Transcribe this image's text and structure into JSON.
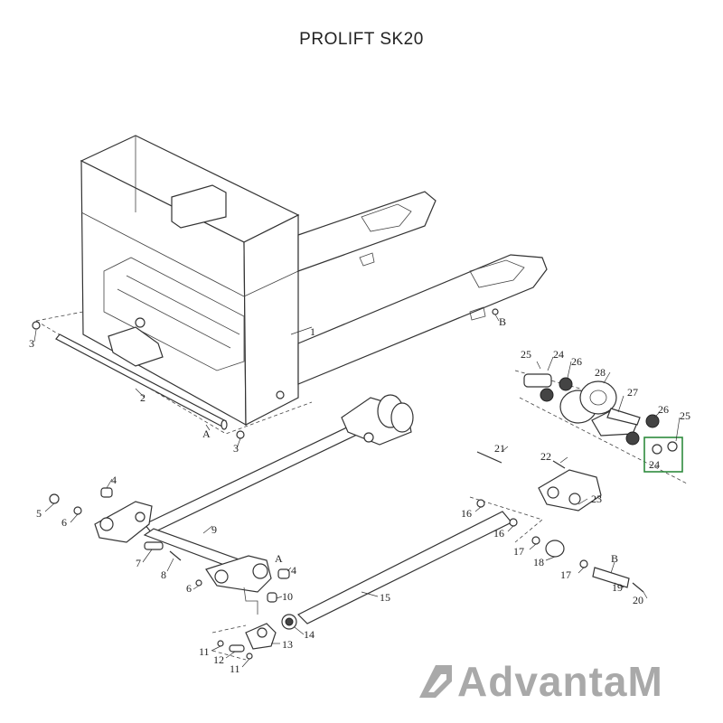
{
  "title": "PROLIFT SK20",
  "logo": {
    "text": "AdvantaM",
    "color": "#a9a9a9"
  },
  "highlight_color": "#2e8b3d",
  "callouts": {
    "c1": "1",
    "c2": "2",
    "c3a": "3",
    "c3b": "3",
    "cA1": "A",
    "cB1": "B",
    "c4a": "4",
    "c4b": "4",
    "c5": "5",
    "c6a": "6",
    "c6b": "6",
    "c7": "7",
    "c8": "8",
    "c9": "9",
    "c10": "10",
    "c11a": "11",
    "c11b": "11",
    "c12": "12",
    "c13": "13",
    "c14": "14",
    "c15": "15",
    "c16a": "16",
    "c16b": "16",
    "c17a": "17",
    "c17b": "17",
    "c18": "18",
    "cB2": "B",
    "c19": "19",
    "c20": "20",
    "c21": "21",
    "c22": "22",
    "c23": "23",
    "c24a": "24",
    "c24b": "24",
    "c25a": "25",
    "c25b": "25",
    "c26a": "26",
    "c26b": "26",
    "c27": "27",
    "c28": "28",
    "cA2": "A"
  }
}
